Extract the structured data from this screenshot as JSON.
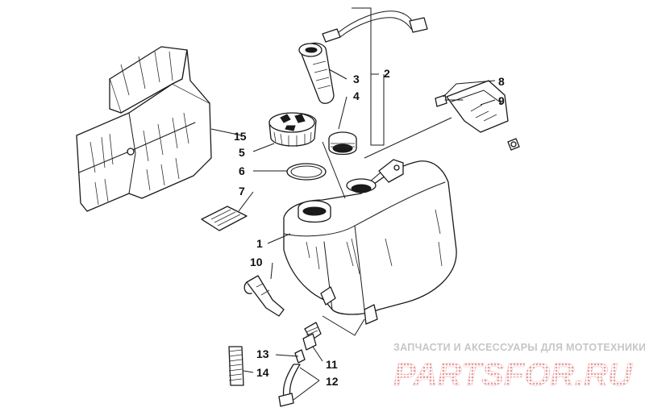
{
  "callouts": {
    "c1": "1",
    "c2": "2",
    "c3": "3",
    "c4": "4",
    "c5": "5",
    "c6": "6",
    "c7": "7",
    "c8": "8",
    "c9": "9",
    "c10": "10",
    "c11": "11",
    "c12": "12",
    "c13": "13",
    "c14": "14",
    "c15": "15"
  },
  "watermark": {
    "caption": "ЗАПЧАСТИ И АКСЕССУАРЫ ДЛЯ МОТОТЕХНИКИ",
    "logo": "PARTSFOR.RU",
    "logo_color": "#f2c9c9",
    "caption_color": "#c6c6c6"
  }
}
